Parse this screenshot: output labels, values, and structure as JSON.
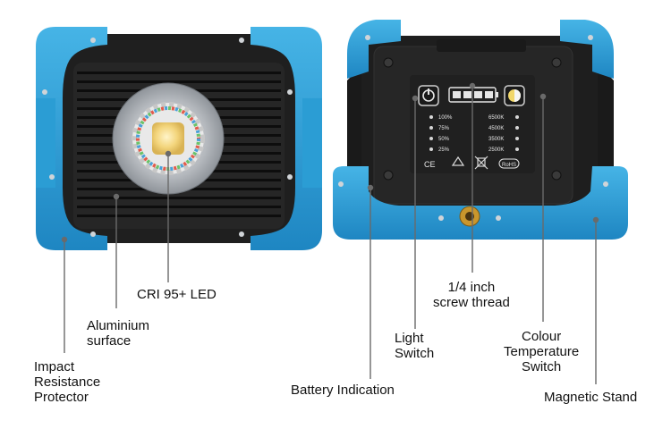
{
  "colors": {
    "frame_blue": "#2e9fd6",
    "frame_dark_blue": "#1a78b0",
    "body_black": "#1c1c1c",
    "fin_dark": "#0f0f0f",
    "ring_silver": "#b9bdc2",
    "led_yellow": "#f2d27a",
    "leader_line": "#6a6a6a"
  },
  "labels": {
    "cri_led": "CRI 95+ LED",
    "aluminium": [
      "Aluminium",
      "surface"
    ],
    "impact": [
      "Impact",
      "Resistance",
      "Protector"
    ],
    "battery": "Battery Indication",
    "light_switch": [
      "Light",
      "Switch"
    ],
    "screw": [
      "1/4 inch",
      "screw thread"
    ],
    "colour_temp": [
      "Colour",
      "Temperature",
      "Switch"
    ],
    "magnetic": "Magnetic Stand"
  },
  "panel": {
    "brightness": [
      "100%",
      "75%",
      "50%",
      "25%"
    ],
    "temperatures": [
      "6500K",
      "4500K",
      "3500K",
      "2500K"
    ],
    "marks": {
      "ce": "CE",
      "rohs": "RoHS"
    }
  },
  "icons": [
    "power-icon",
    "battery-icon",
    "color-temperature-icon",
    "recycle-icon",
    "weee-bin-icon"
  ]
}
